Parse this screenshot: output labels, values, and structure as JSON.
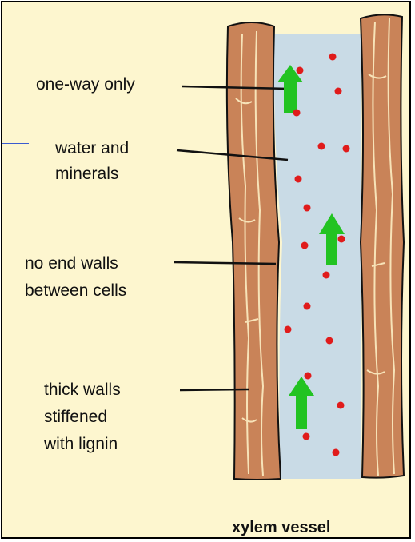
{
  "labels": {
    "one_way": "one-way only",
    "water_line1": "water and",
    "water_line2": "minerals",
    "end_walls_line1": "no end walls",
    "end_walls_line2": "between cells",
    "thick_line1": "thick walls",
    "thick_line2": "stiffened",
    "thick_line3": "with lignin"
  },
  "caption": "xylem vessel",
  "colors": {
    "background": "#fdf6cf",
    "wall": "#c98358",
    "wall_grain": "#f7e3b8",
    "lumen": "#c9dbe6",
    "arrow": "#22c322",
    "particle": "#e01b1b"
  }
}
